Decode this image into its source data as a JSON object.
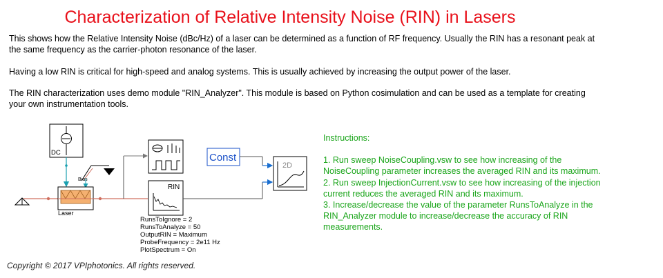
{
  "title": "Characterization of Relative Intensity Noise (RIN) in Lasers",
  "paragraphs": [
    "This shows how the Relative Intensity Noise (dBc/Hz) of a laser can be determined as a function of RF frequency. Usually the RIN has a resonant peak at the same frequency as the carrier-photon resonance of the laser.",
    "Having a low RIN is critical for high-speed and analog systems. This is usually achieved by increasing the output power of the laser.",
    "The RIN characterization uses demo module \"RIN_Analyzer\". This module is based on Python cosimulation and can be used as a template for creating your own instrumentation tools."
  ],
  "diagram": {
    "dc_label": "DC",
    "bias_label": "Bias",
    "laser_label": "Laser",
    "rin_label": "RIN",
    "const_label": "Const",
    "plot_label": "2D"
  },
  "parameters": [
    "RunsToIgnore = 2",
    "RunsToAnalyze = 50",
    "OutputRIN = Maximum",
    "ProbeFrequency = 2e11 Hz",
    "PlotSpectrum = On"
  ],
  "instructions": {
    "heading": "Instructions:",
    "lines": [
      "1. Run sweep NoiseCoupling.vsw to see how increasing of the",
      "NoiseCoupling parameter increases the averaged RIN and its maximum.",
      "2. Run sweep InjectionCurrent.vsw to see how increasing of the injection",
      "current reduces the averaged RIN and its maximum.",
      "3. Increase/decrease the value of the parameter RunsToAnalyze in the",
      "RIN_Analyzer module to increase/decrease the accuracy of RIN",
      "measurements."
    ]
  },
  "copyright": "Copyright © 2017 VPIphotonics. All rights reserved.",
  "colors": {
    "title": "#e8101a",
    "instructions": "#1aa51a",
    "optical_link": "#d07060",
    "electrical_link": "#1a6fd0",
    "const_text": "#1a50c8",
    "laser_fill": "#f4b070"
  }
}
